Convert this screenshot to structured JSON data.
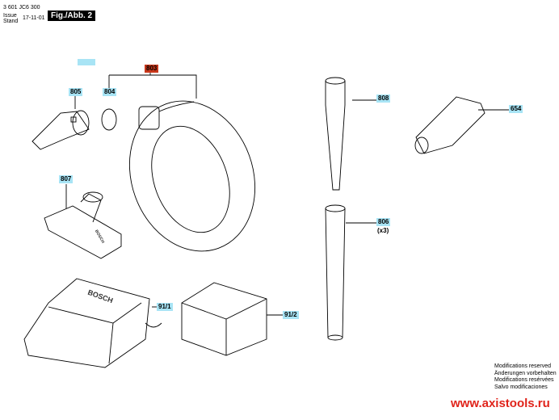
{
  "header": {
    "part_number": "3 601 JC6 300",
    "issue_label": "Issue",
    "stand_label": "Stand",
    "date": "17-11-01",
    "figure": "Fig./Abb. 2"
  },
  "labels": {
    "blank": "",
    "p803": "803",
    "p805": "805",
    "p804": "804",
    "p807": "807",
    "p808": "808",
    "p654": "654",
    "p806": "806",
    "p806_qty": "(x3)",
    "p91_1": "91/1",
    "p91_2": "91/2"
  },
  "brand_text": "BOSCH",
  "footer": {
    "mods": [
      "Modifications reserved",
      "Änderungen vorbehalten",
      "Modifications resérvées",
      "Salvo modificaciones"
    ],
    "url": "www.axistools.ru"
  },
  "colors": {
    "label_bg": "#a8e4f5",
    "highlight": "#c8371b",
    "url": "#e0241b"
  }
}
